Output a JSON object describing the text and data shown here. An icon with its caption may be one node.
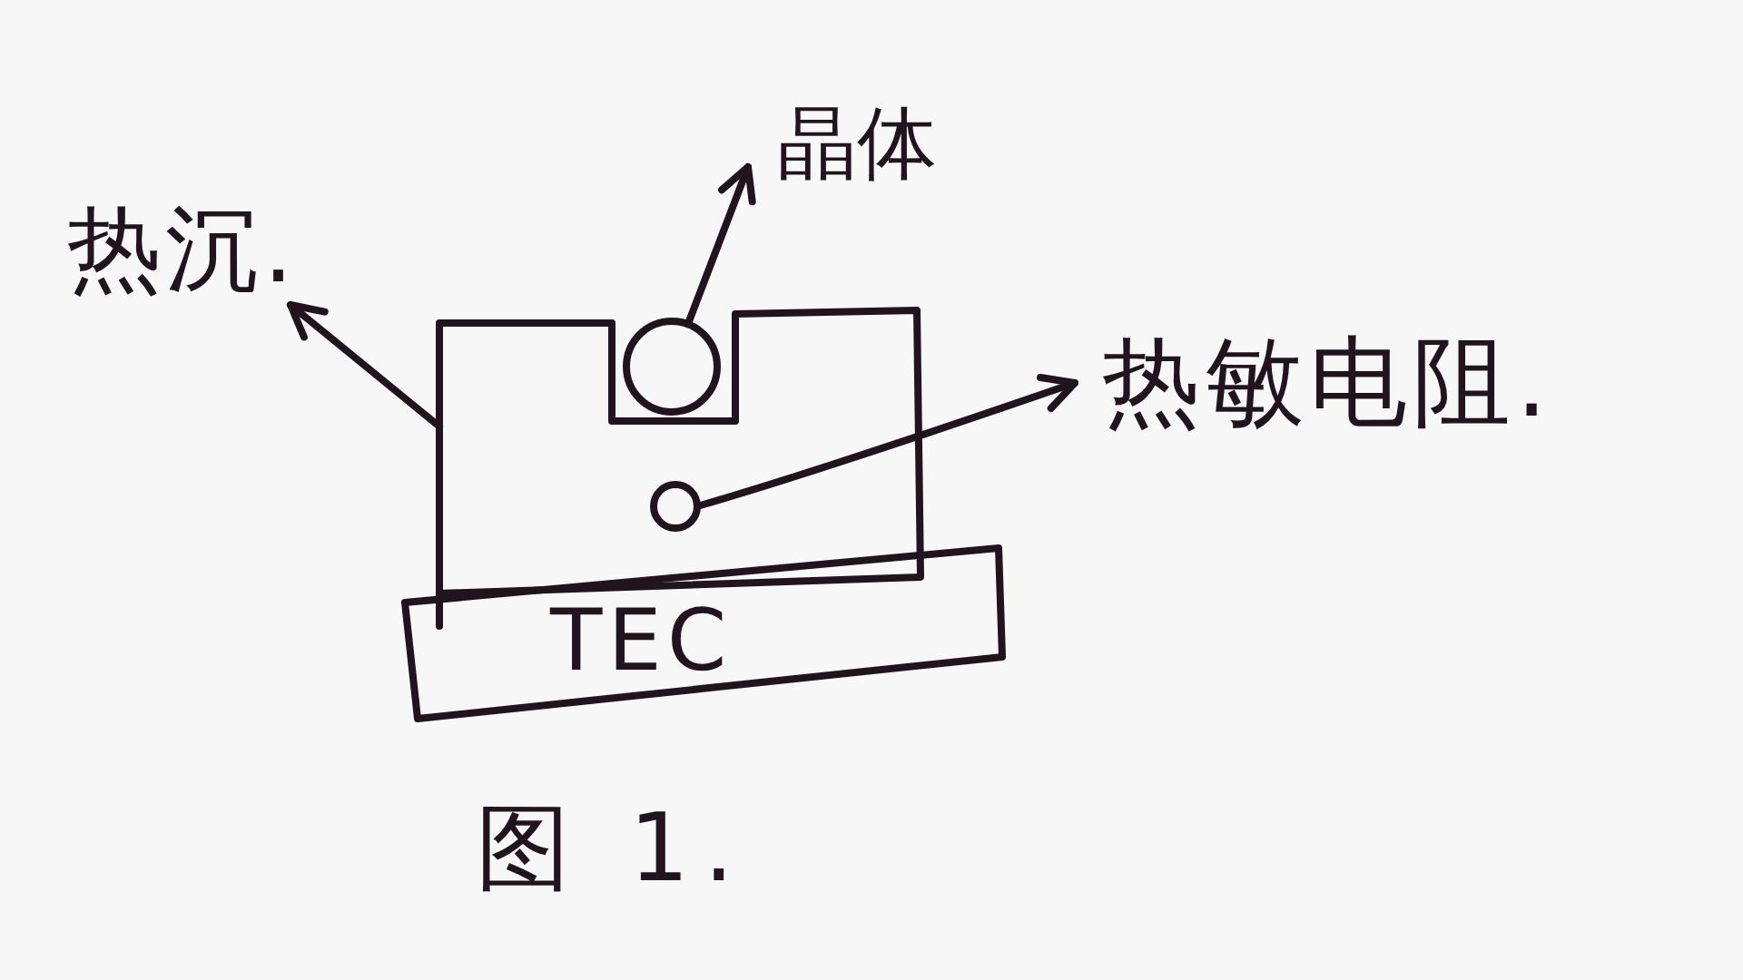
{
  "diagram": {
    "caption": "图 1.",
    "nodes": [
      {
        "text": [
          "晶体"
        ]
      },
      {
        "text": [
          "热沉."
        ]
      },
      {
        "text": [],
        "shape": "box"
      },
      {
        "text": [],
        "shape": "circle",
        "in": 2
      },
      {
        "text": [
          "热敏电阻."
        ]
      },
      {
        "text": [],
        "shape": "circle",
        "in": 2
      },
      {
        "text": [
          "TEC"
        ]
      }
    ],
    "edges": [
      {
        "from": 3,
        "to": 0,
        "arrow": "to"
      },
      {
        "from": 2,
        "to": 1,
        "arrow": "to"
      },
      {
        "from": 5,
        "to": 4,
        "arrow": "to"
      }
    ]
  }
}
